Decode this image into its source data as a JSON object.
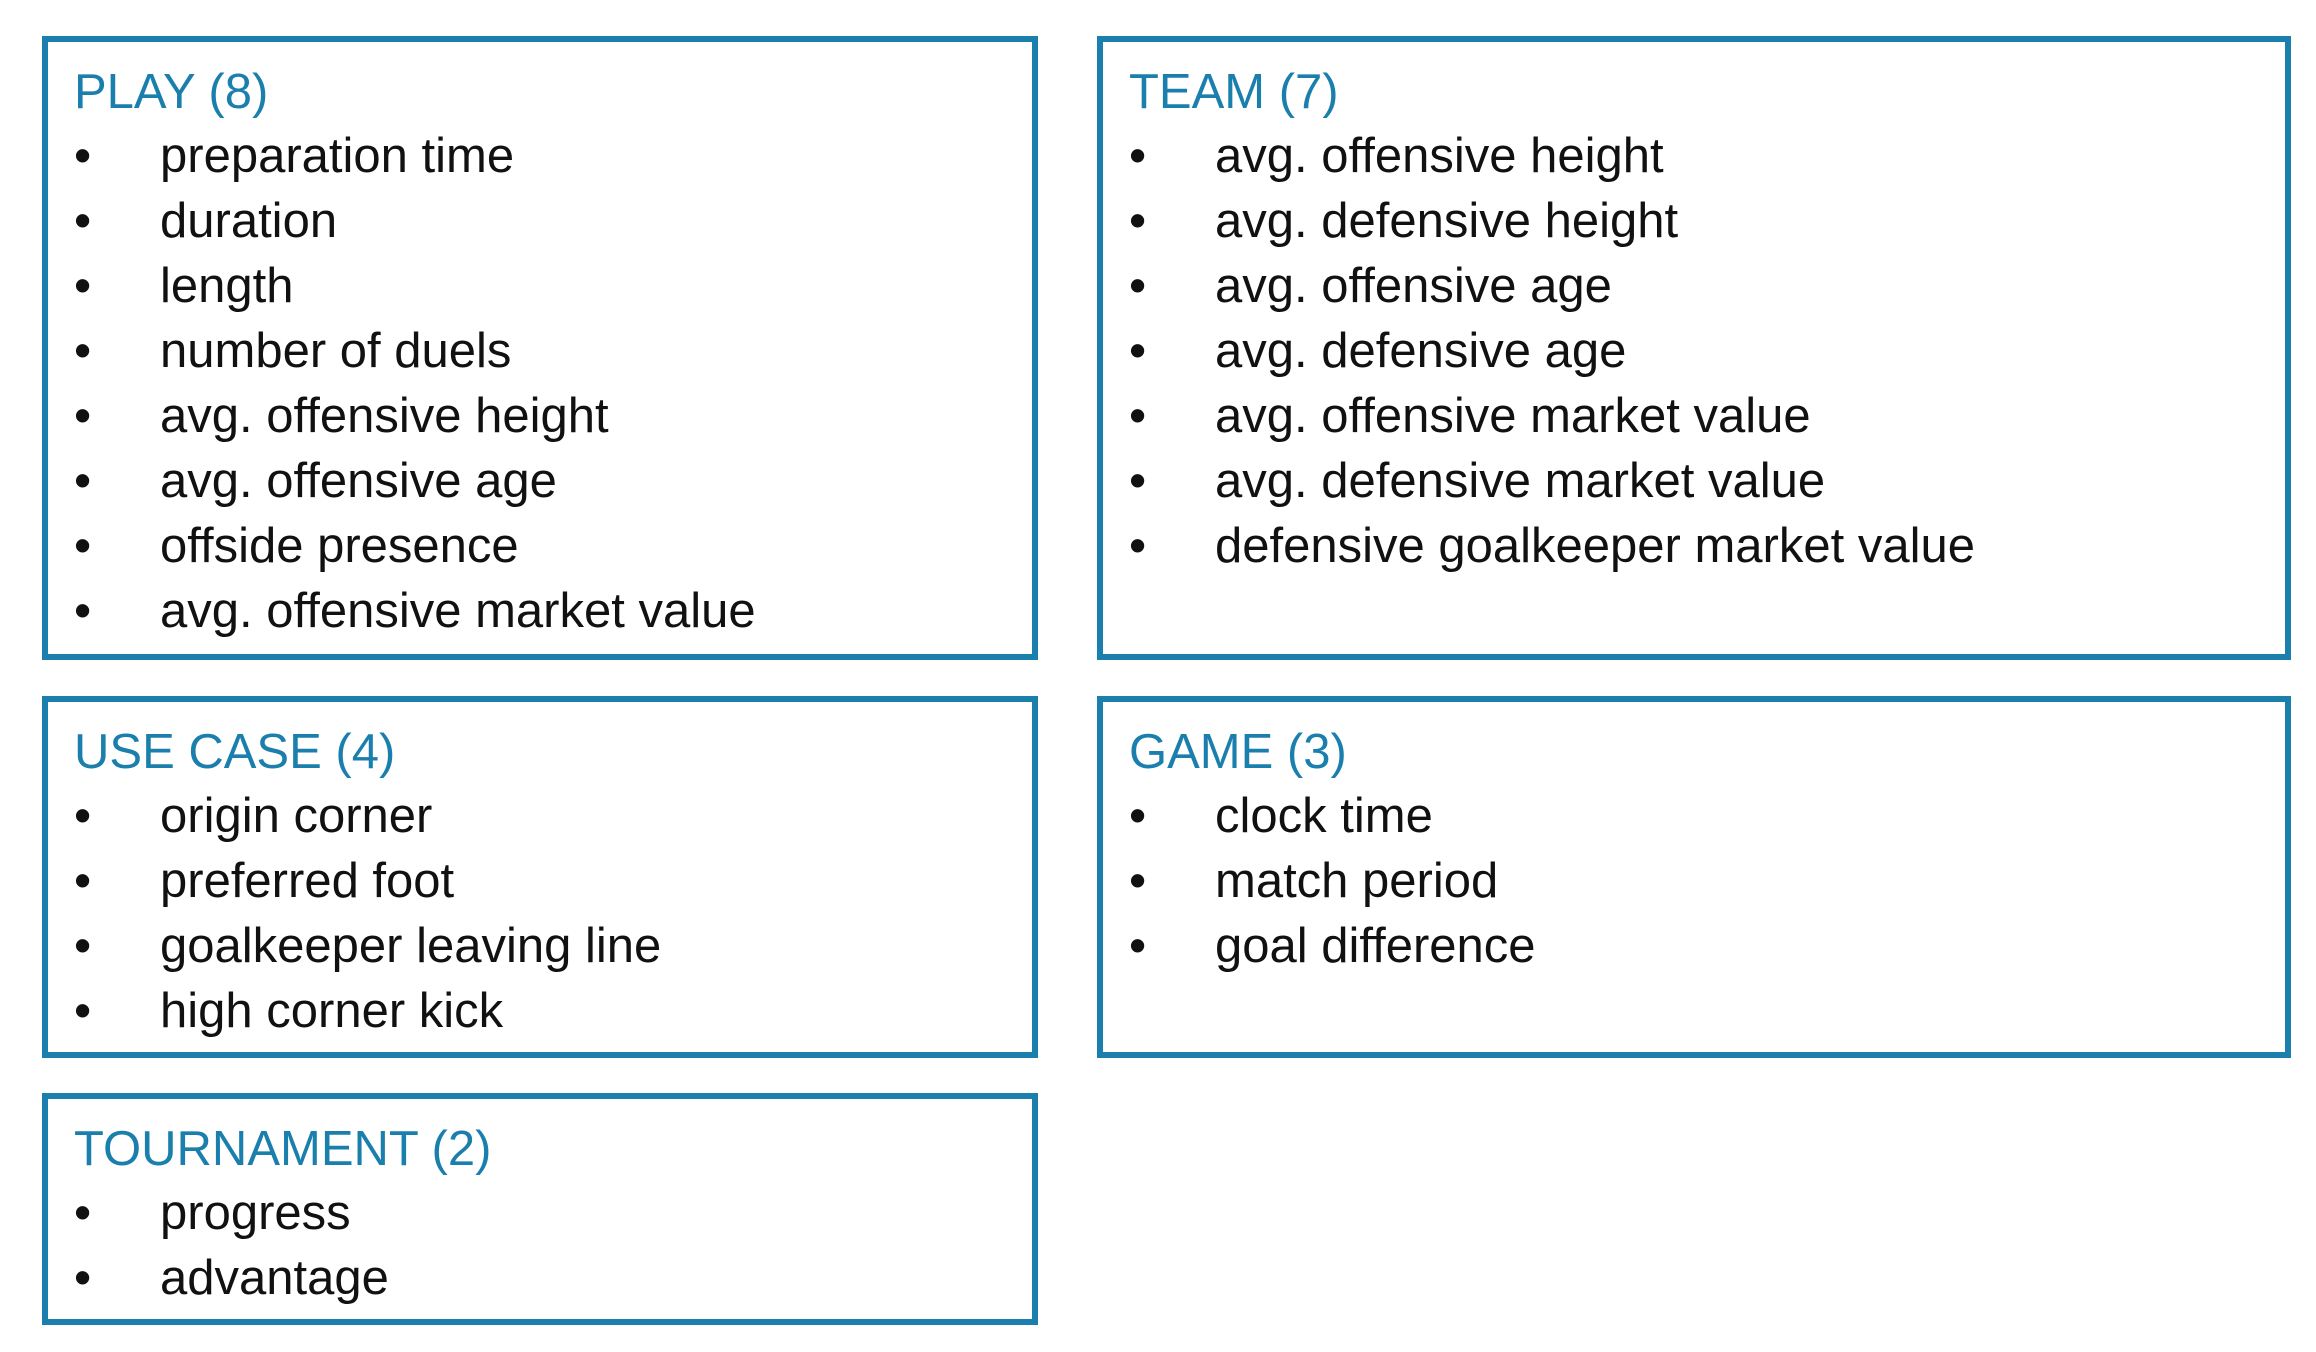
{
  "colors": {
    "accent": "#1a7fac",
    "text": "#111111",
    "background": "#ffffff"
  },
  "bullet": "•",
  "panels": {
    "play": {
      "title": "PLAY (8)",
      "items": [
        "preparation time",
        "duration",
        "length",
        "number of duels",
        "avg. offensive height",
        "avg. offensive age",
        "offside presence",
        "avg. offensive market value"
      ]
    },
    "team": {
      "title": "TEAM (7)",
      "items": [
        "avg. offensive height",
        "avg. defensive height",
        "avg. offensive age",
        "avg. defensive age",
        "avg. offensive market value",
        "avg. defensive market value",
        "defensive goalkeeper market value"
      ]
    },
    "use_case": {
      "title": "USE CASE (4)",
      "items": [
        "origin corner",
        "preferred foot",
        "goalkeeper leaving line",
        "high corner kick"
      ]
    },
    "game": {
      "title": "GAME (3)",
      "items": [
        "clock time",
        "match period",
        "goal difference"
      ]
    },
    "tournament": {
      "title": "TOURNAMENT (2)",
      "items": [
        "progress",
        "advantage"
      ]
    }
  }
}
